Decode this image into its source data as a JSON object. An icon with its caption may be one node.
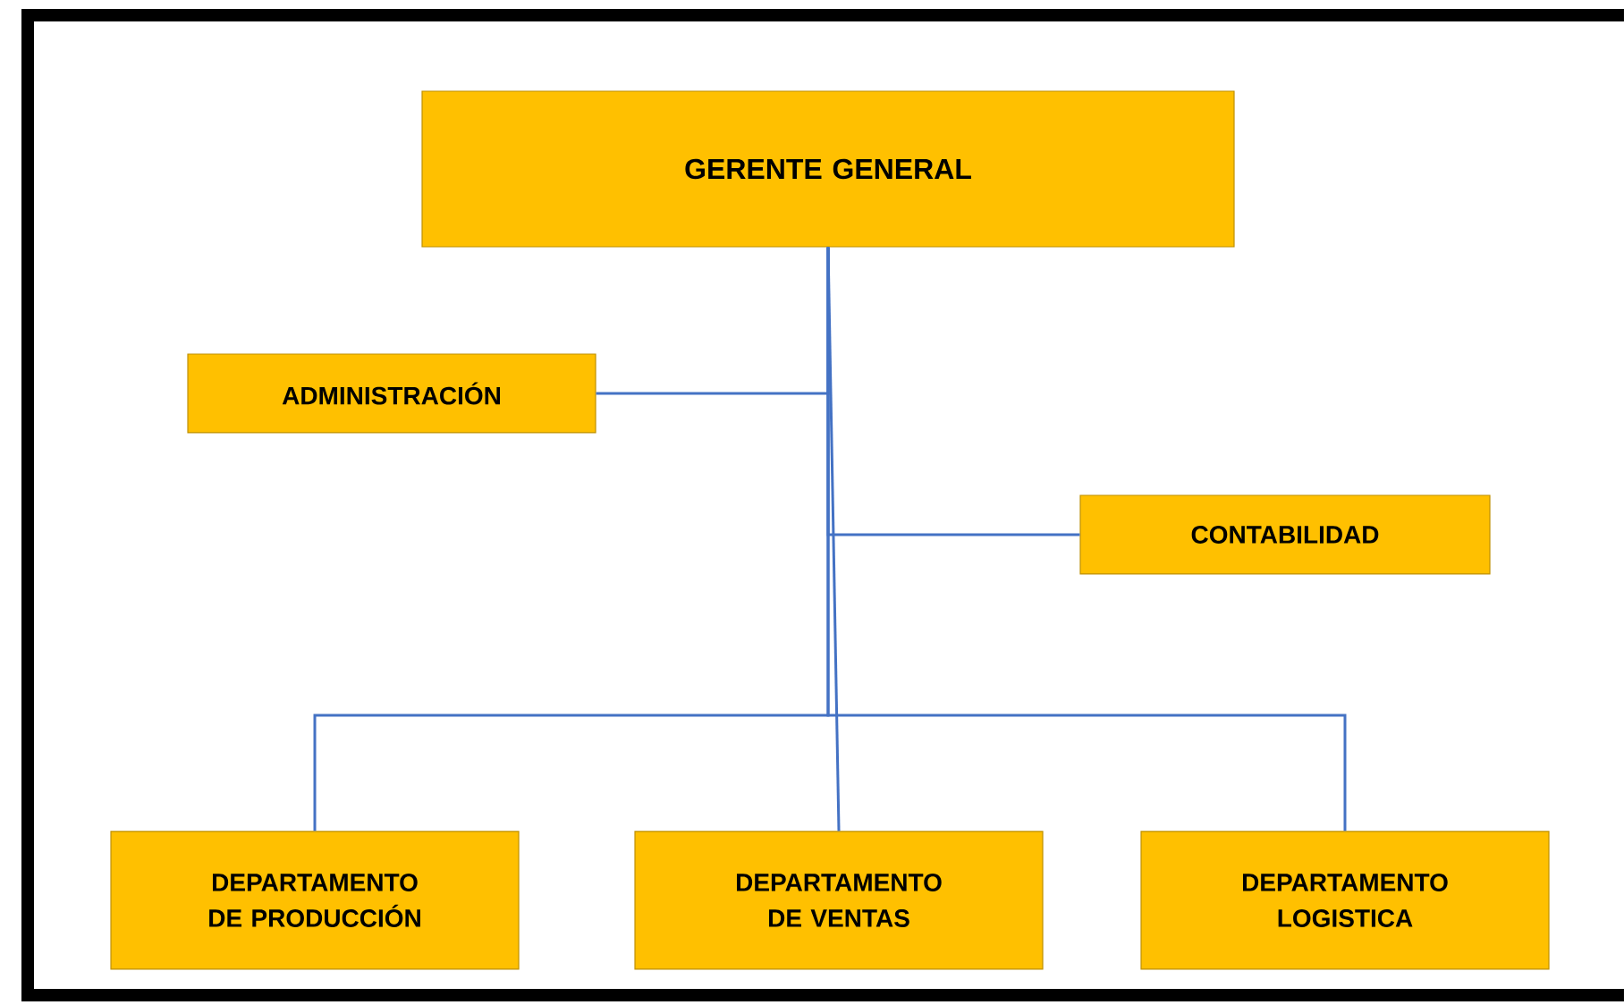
{
  "diagram": {
    "nodes": [
      {
        "text": [
          "GERENTE GENERAL"
        ]
      },
      {
        "text": [
          "ADMINISTRACIÓN"
        ]
      },
      {
        "text": [
          "CONTABILIDAD"
        ]
      },
      {
        "text": [
          "DEPARTAMENTO DE PRODUCCIÓN"
        ]
      },
      {
        "text": [
          "DEPARTAMENTO DE VENTAS"
        ]
      },
      {
        "text": [
          "DEPARTAMENTO LOGISTICA"
        ]
      }
    ],
    "edges": [
      {
        "from": 0,
        "to": 1,
        "arrow": "none"
      },
      {
        "from": 0,
        "to": 2,
        "arrow": "none"
      },
      {
        "from": 0,
        "to": 3,
        "arrow": "none"
      },
      {
        "from": 0,
        "to": 4,
        "arrow": "none"
      },
      {
        "from": 0,
        "to": 5,
        "arrow": "none"
      }
    ]
  }
}
